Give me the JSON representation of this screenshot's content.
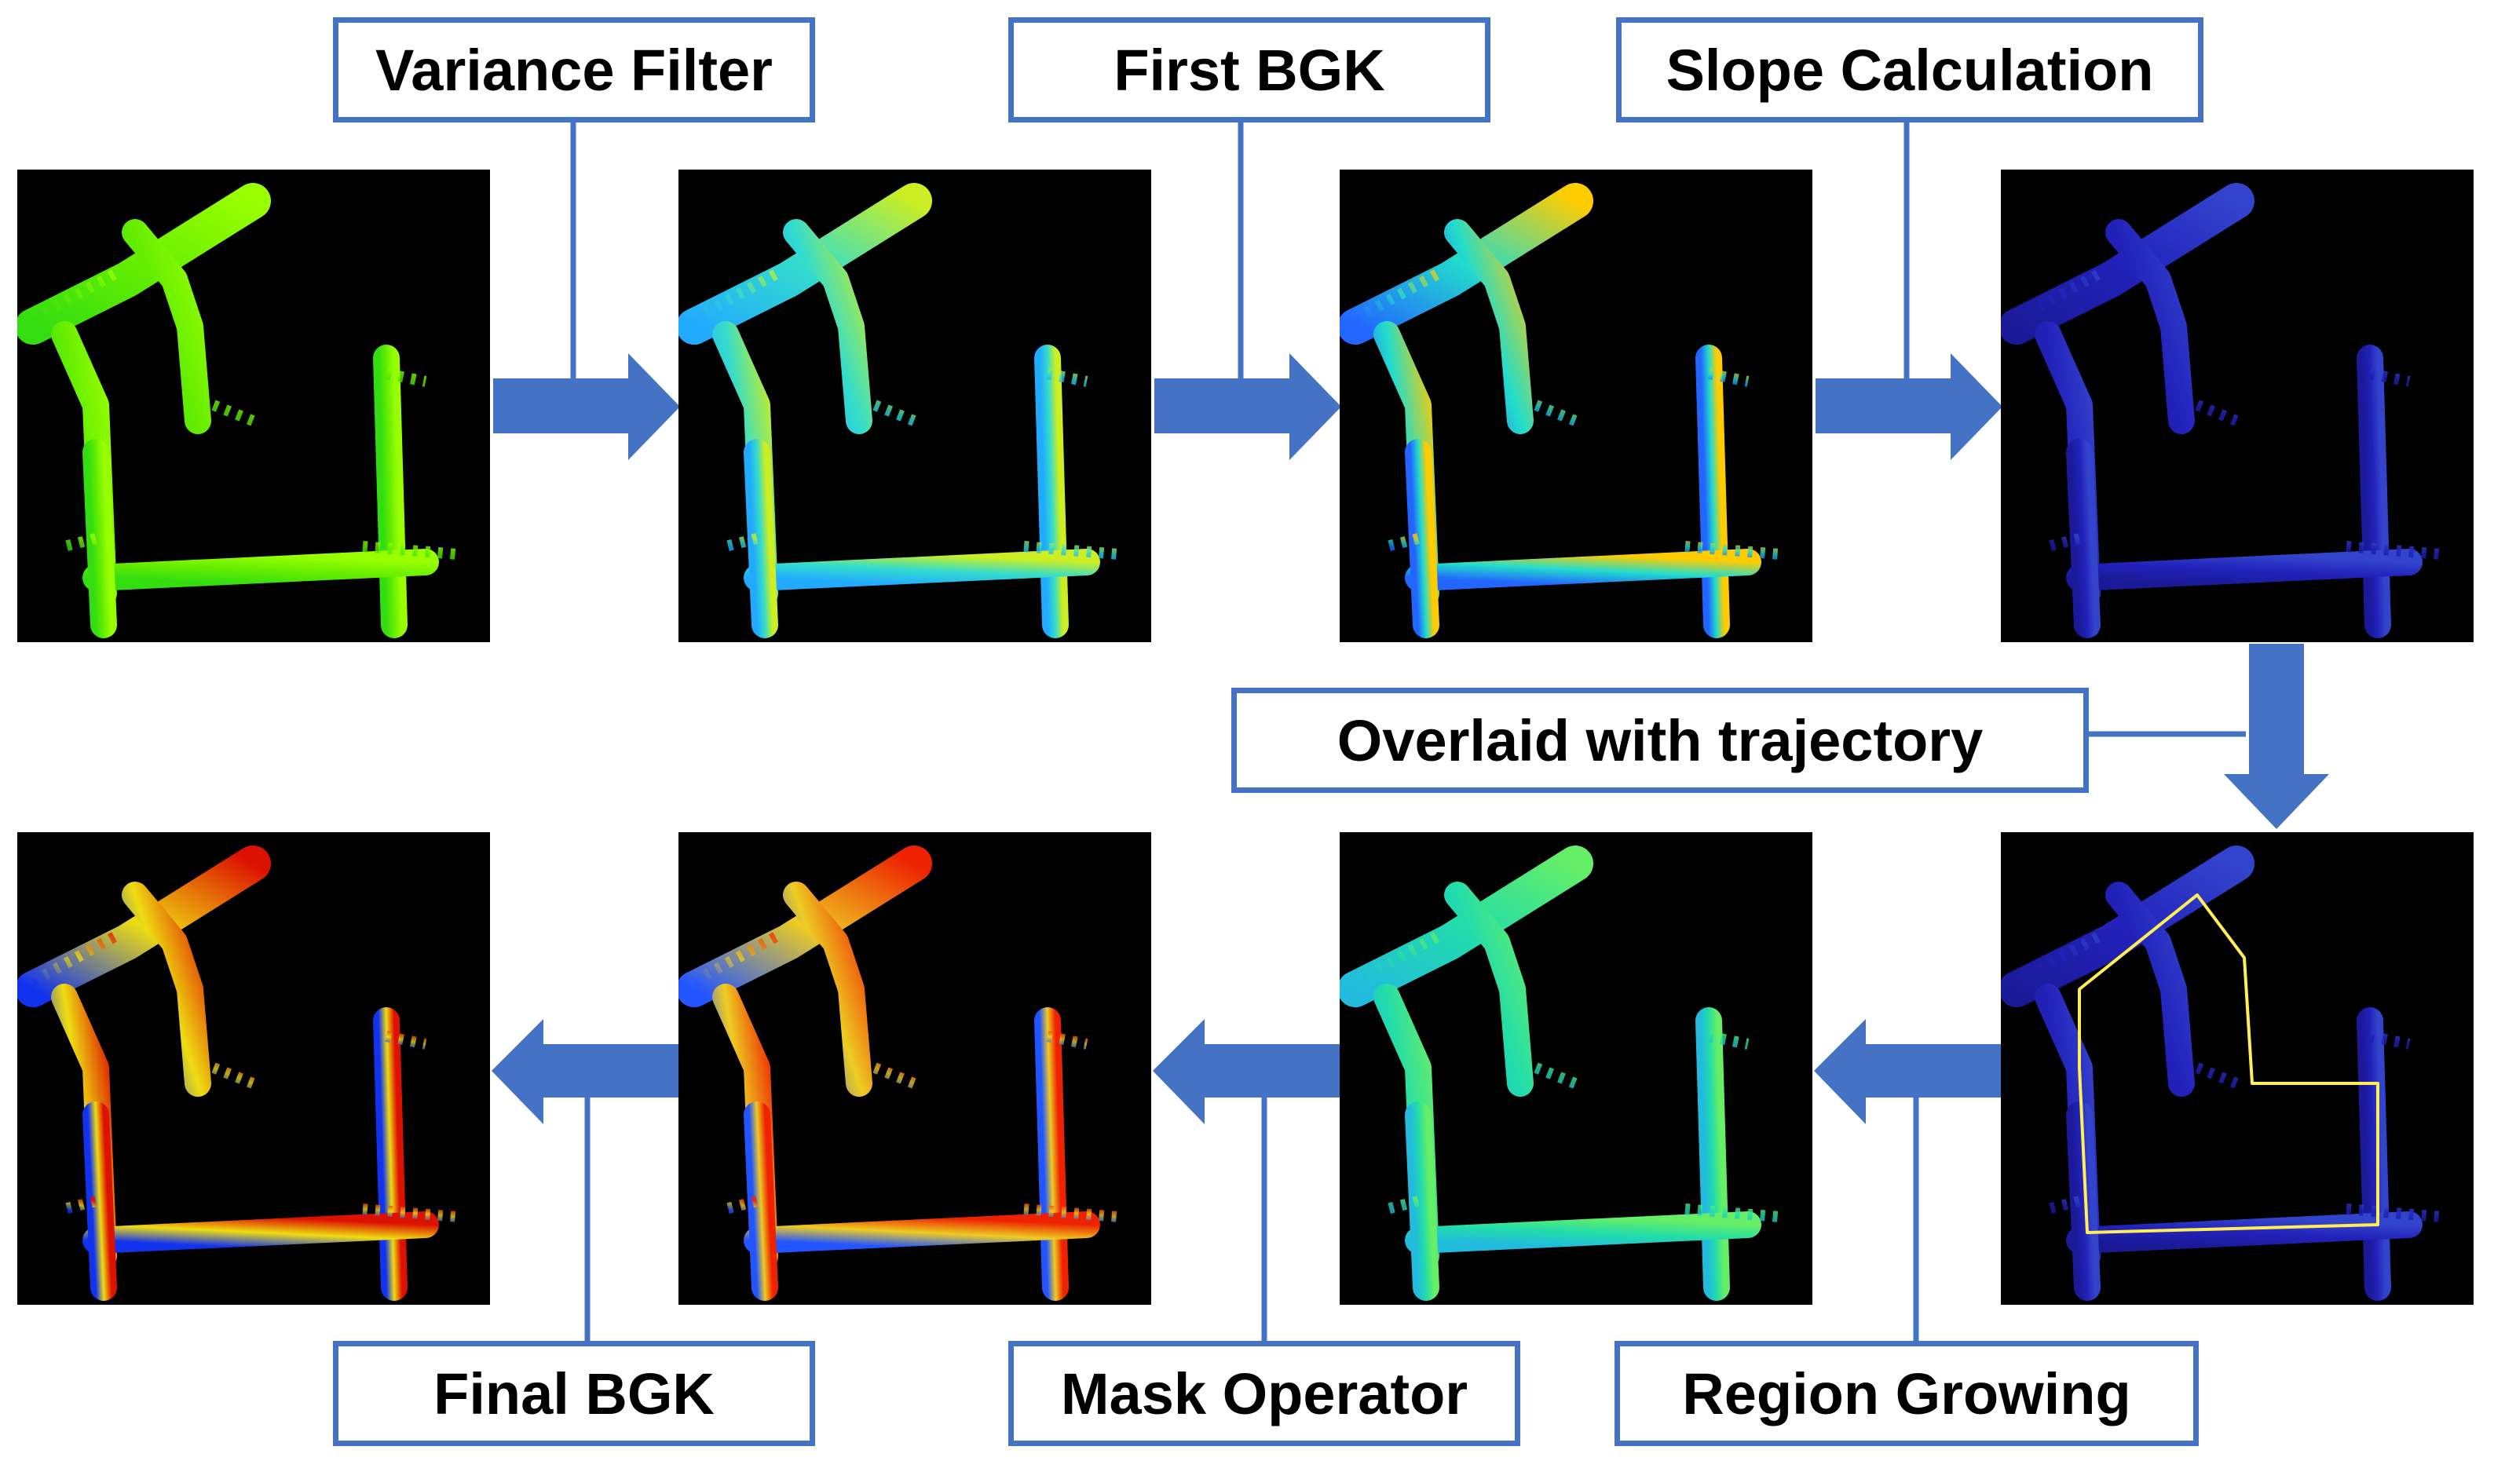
{
  "labels": {
    "variance_filter": "Variance Filter",
    "first_bgk": "First BGK",
    "slope_calculation": "Slope Calculation",
    "overlaid_with_trajectory": "Overlaid with trajectory",
    "region_growing": "Region Growing",
    "mask_operator": "Mask Operator",
    "final_bgk": "Final BGK"
  },
  "panels": [
    {
      "id": "raw-map",
      "gradient": [
        "#33dd11",
        "#66ee00",
        "#99ff00"
      ]
    },
    {
      "id": "variance-filtered-map",
      "gradient": [
        "#22aaff",
        "#33ddcc",
        "#ccee22"
      ]
    },
    {
      "id": "first-bgk-map",
      "gradient": [
        "#2266ff",
        "#22ddcc",
        "#ffcc00"
      ]
    },
    {
      "id": "slope-map",
      "gradient": [
        "#1a1a99",
        "#2222bb",
        "#3344cc"
      ]
    },
    {
      "id": "trajectory-overlay-map",
      "gradient": [
        "#1a1a99",
        "#2222bb",
        "#3344cc"
      ],
      "trajectory_color": "#ffee55"
    },
    {
      "id": "region-growing-map",
      "gradient": [
        "#22bbdd",
        "#22ddaa",
        "#66ee66"
      ]
    },
    {
      "id": "mask-operator-map",
      "gradient": [
        "#2255ff",
        "#eecc22",
        "#ee2200"
      ]
    },
    {
      "id": "final-bgk-map",
      "gradient": [
        "#1133ee",
        "#eedd11",
        "#dd1100"
      ]
    }
  ],
  "colors": {
    "box_border": "#4472C4",
    "arrow_fill": "#4472C4",
    "panel_background": "#000000"
  }
}
